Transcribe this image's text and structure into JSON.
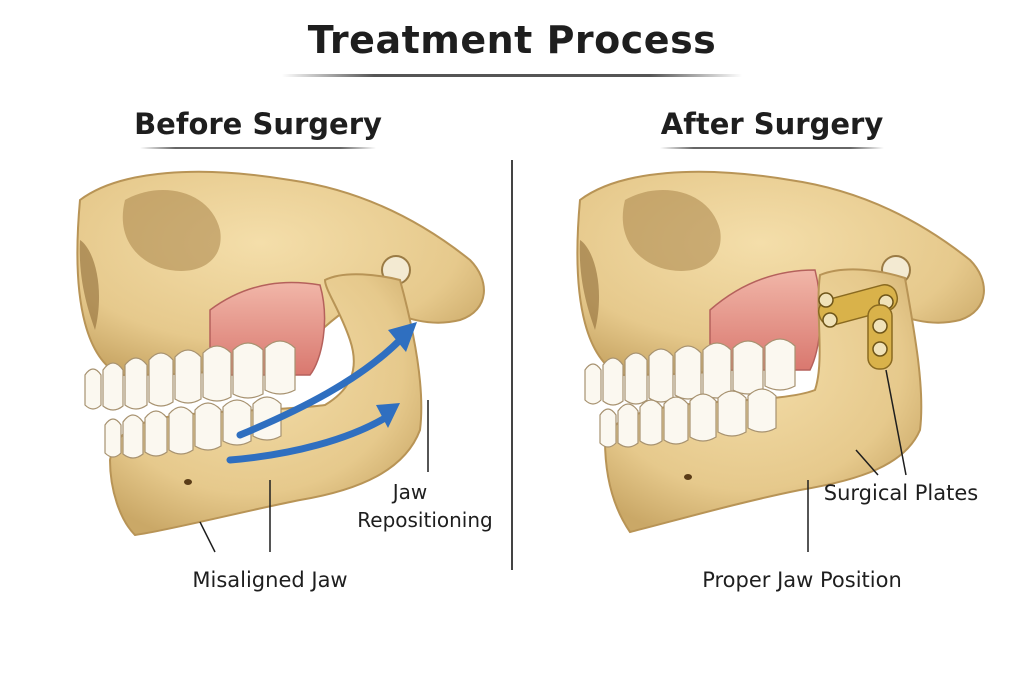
{
  "title": "Treatment Process",
  "panels": {
    "before": {
      "heading": "Before Surgery",
      "labels": {
        "jaw_repositioning_line1": "Jaw",
        "jaw_repositioning_line2": "Repositioning",
        "misaligned_jaw": "Misaligned Jaw"
      }
    },
    "after": {
      "heading": "After Surgery",
      "labels": {
        "surgical_plates": "Surgical Plates",
        "proper_jaw_position": "Proper Jaw Position"
      }
    }
  },
  "colors": {
    "bone": "#e9cf96",
    "bone_shadow": "#c9a866",
    "gum": "#e08a84",
    "tooth": "#fbf8f0",
    "arrow": "#2f6fc0",
    "plate": "#d9b24a",
    "ink": "#1e1e1e"
  }
}
